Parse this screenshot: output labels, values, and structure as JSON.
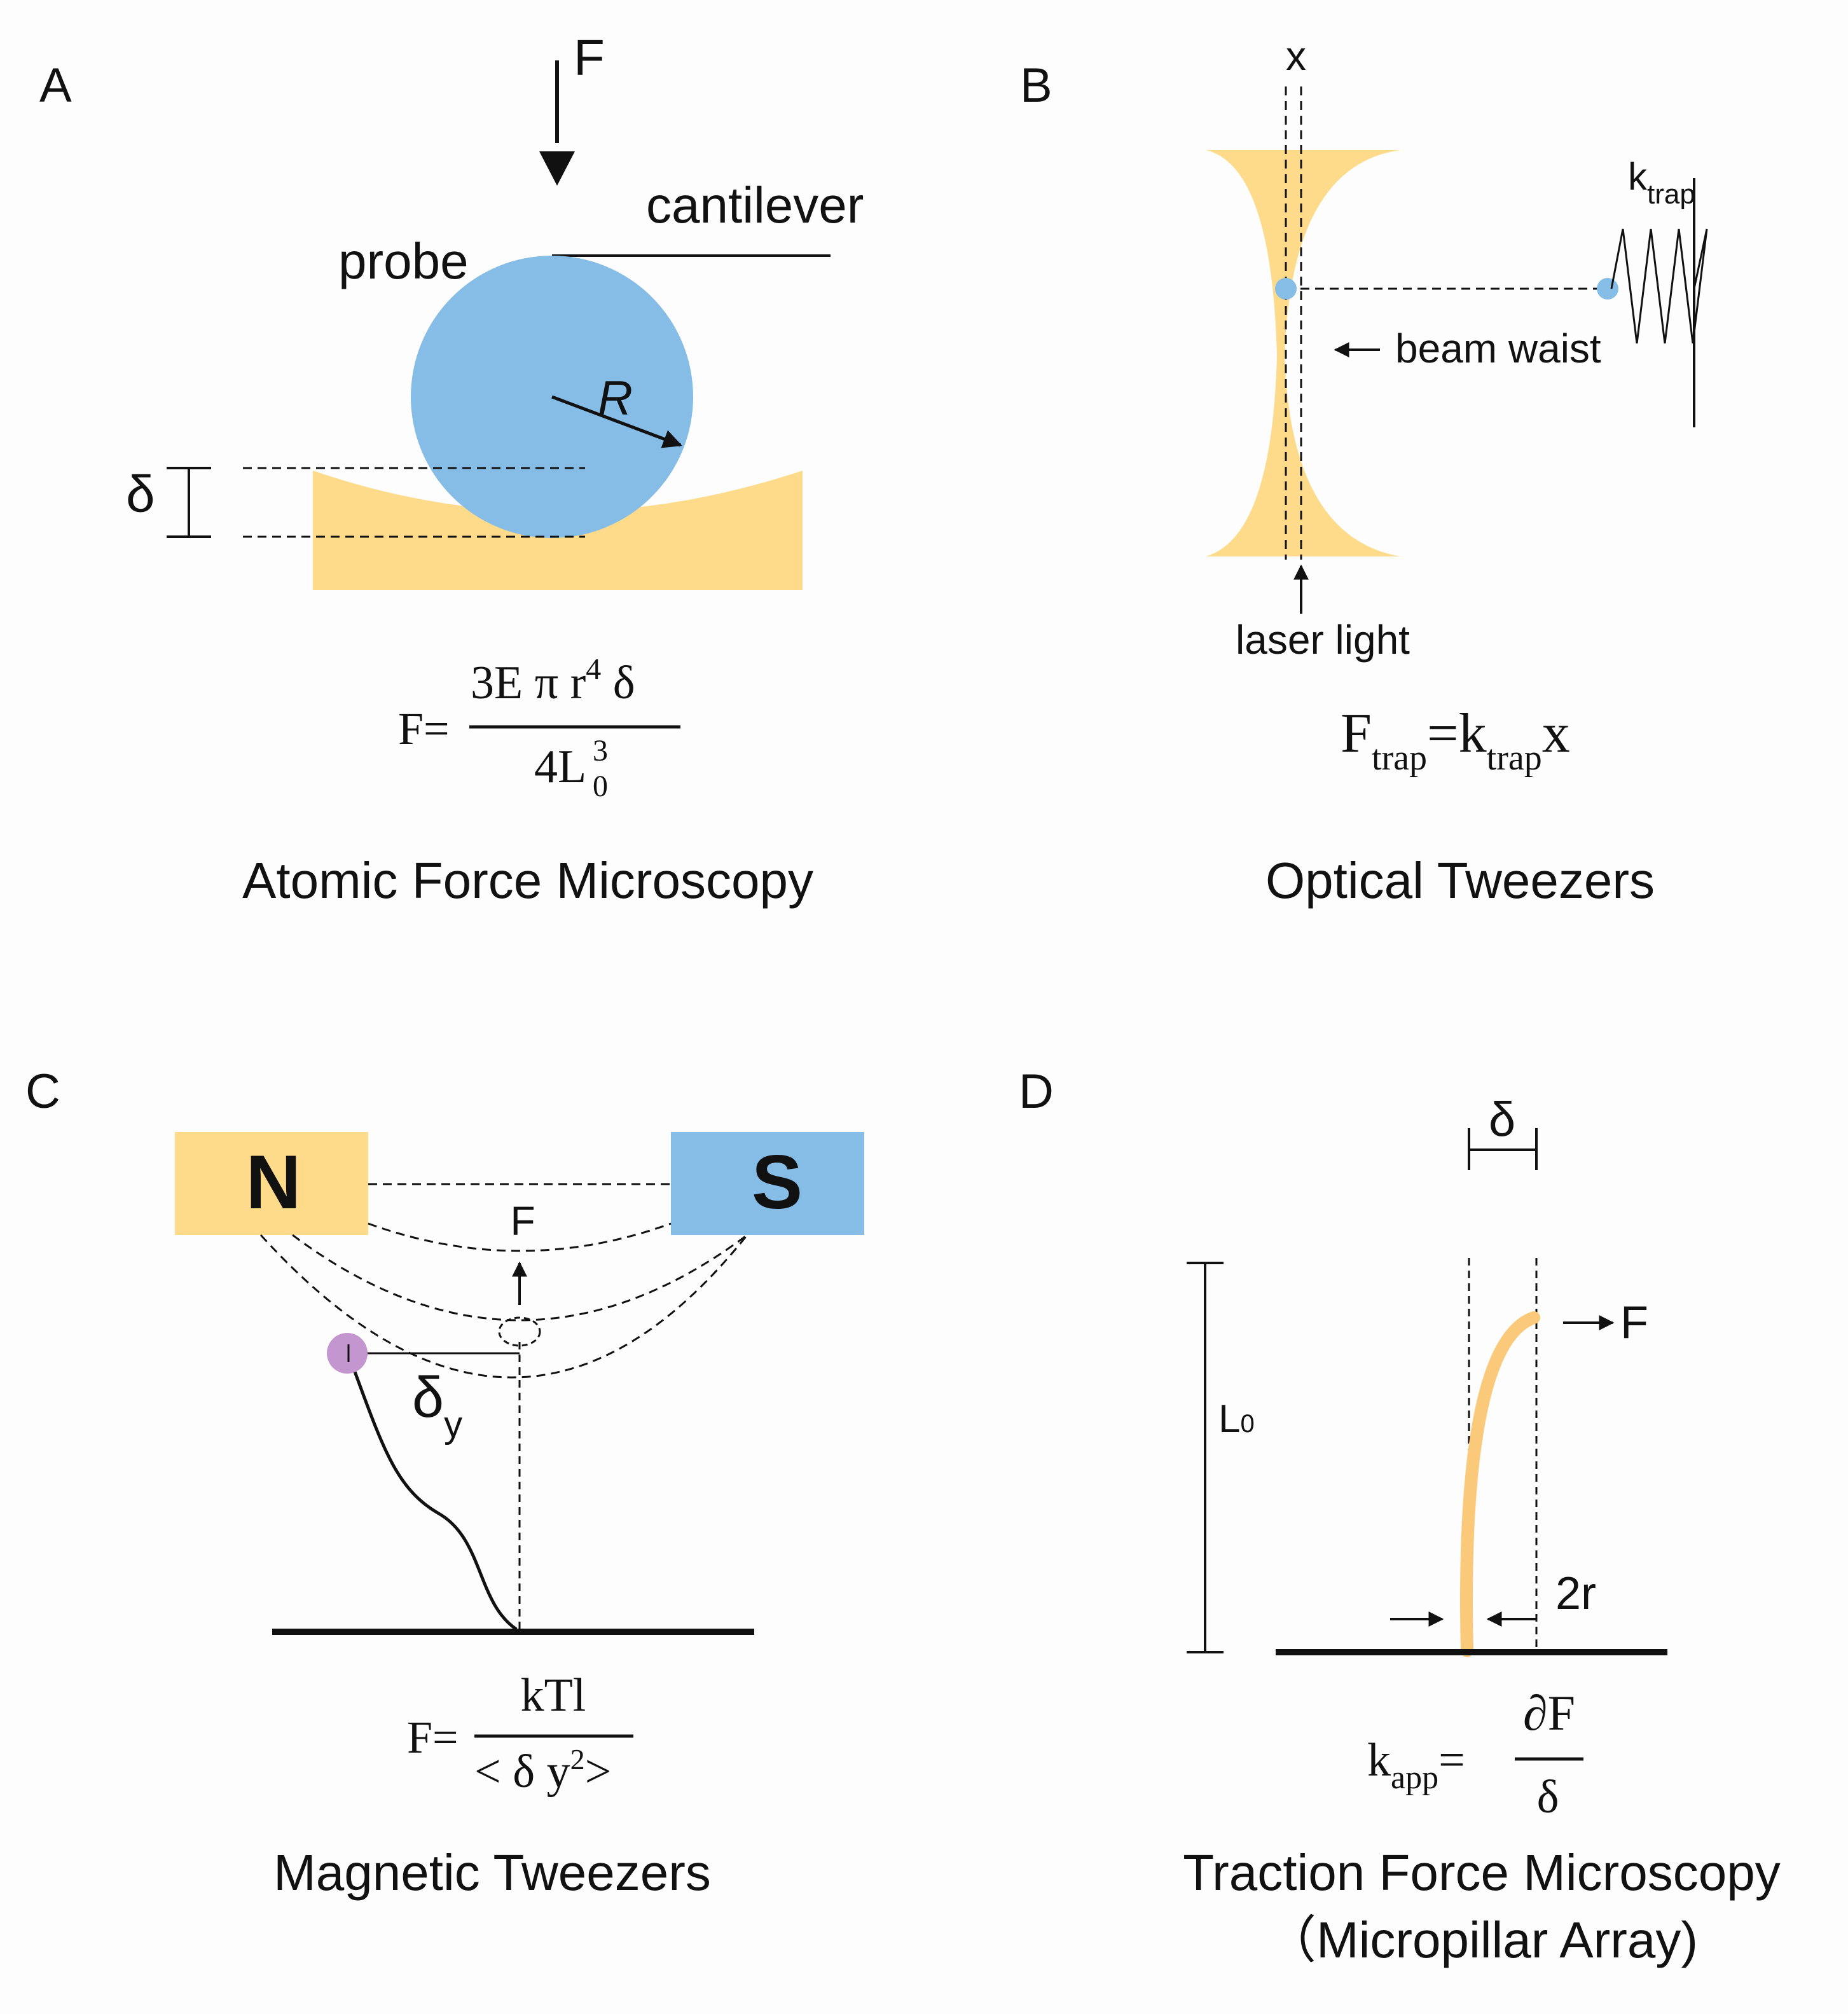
{
  "colors": {
    "yellow": "#fddb8a",
    "blue": "#85bde6",
    "purple": "#c496cf",
    "ink": "#111111",
    "pillar": "#fbc97a"
  },
  "panelA": {
    "letter": "A",
    "force_label": "F",
    "cantilever_label": "cantilever",
    "probe_label": "probe",
    "radius_label": "R",
    "delta_label": "δ",
    "formula": {
      "lhs": "F=",
      "num_a": "3E π r",
      "num_exp": "4",
      "num_b": " δ",
      "den_a": "4L",
      "den_sup": "3",
      "den_sub": "0"
    },
    "title": "Atomic Force Microscopy"
  },
  "panelB": {
    "letter": "B",
    "x_label": "x",
    "k_label": "k",
    "k_sub": "trap",
    "waist_label": "beam waist",
    "laser_label": "laser light",
    "formula": {
      "f": "F",
      "f_sub": "trap",
      "eq": "=k",
      "k_sub": "trap",
      "x": "x"
    },
    "title": "Optical Tweezers"
  },
  "panelC": {
    "letter": "C",
    "north_label": "N",
    "south_label": "S",
    "force_label": "F",
    "delta_label": "δ",
    "delta_sub": "y",
    "formula": {
      "lhs": "F=",
      "num": "kTl",
      "den_a": "< δ y",
      "den_sup": "2",
      "den_b": ">"
    },
    "title": "Magnetic Tweezers"
  },
  "panelD": {
    "letter": "D",
    "delta_label": "δ",
    "length_label": "L",
    "length_sub": "0",
    "force_label": "F",
    "radius_label": "2r",
    "formula": {
      "k": "k",
      "k_sub": "app",
      "eq": "=",
      "num": "∂F",
      "den": "δ"
    },
    "title_line1": "Traction Force Microscopy",
    "title_line2": "（Micropillar Array)"
  }
}
